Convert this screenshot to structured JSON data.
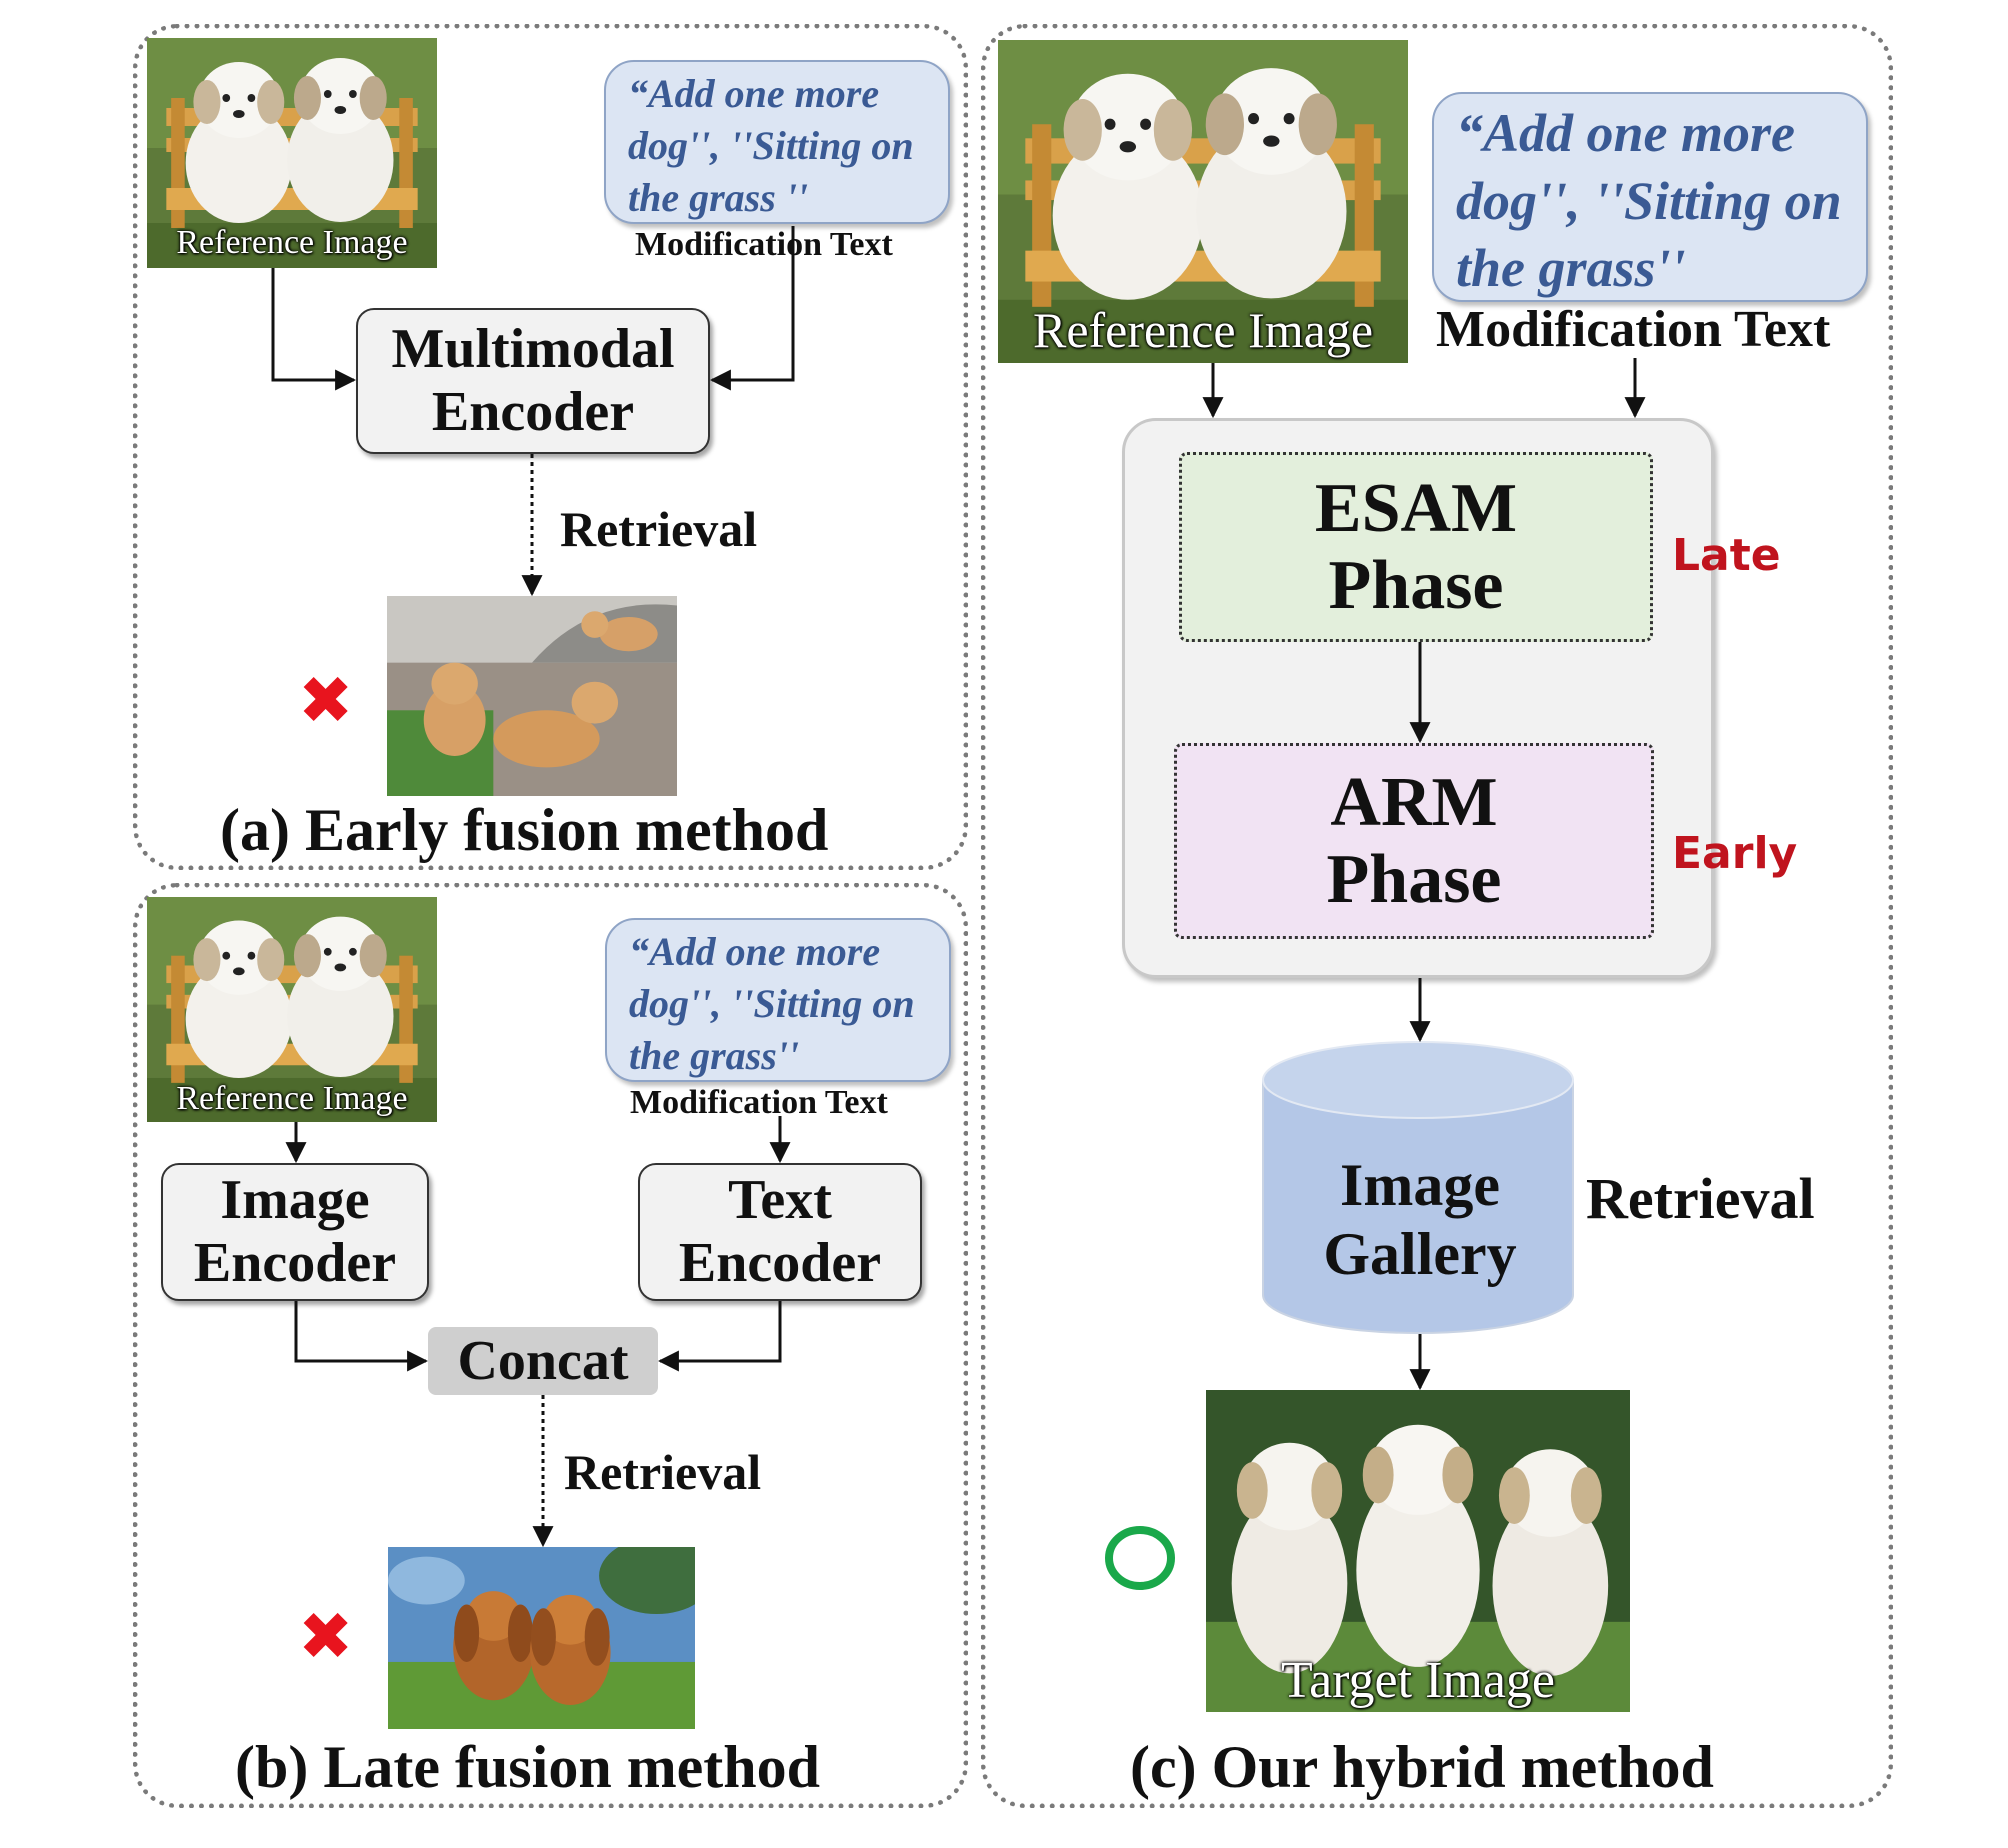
{
  "panel_a": {
    "reference_label": "Reference Image",
    "modification_text": "“Add one more dog'', ''Sitting on the grass ''",
    "modification_label": "Modification Text",
    "encoder_line1": "Multimodal",
    "encoder_line2": "Encoder",
    "retrieval_label": "Retrieval",
    "result_mark": "✖",
    "caption": "(a) Early fusion method"
  },
  "panel_b": {
    "reference_label": "Reference Image",
    "modification_text": "“Add one more dog'', ''Sitting on the grass''",
    "modification_label": "Modification Text",
    "image_encoder_line1": "Image",
    "image_encoder_line2": "Encoder",
    "text_encoder_line1": "Text",
    "text_encoder_line2": "Encoder",
    "concat_label": "Concat",
    "retrieval_label": "Retrieval",
    "result_mark": "✖",
    "caption": "(b) Late fusion method"
  },
  "panel_c": {
    "reference_label": "Reference Image",
    "modification_text": "“Add one more dog'', ''Sitting on the grass''",
    "modification_label": "Modification Text",
    "esam_line1": "ESAM",
    "esam_line2": "Phase",
    "esam_tag": "Late",
    "arm_line1": "ARM",
    "arm_line2": "Phase",
    "arm_tag": "Early",
    "gallery_line1": "Image",
    "gallery_line2": "Gallery",
    "retrieval_label": "Retrieval",
    "target_label": "Target Image",
    "caption": "(c) Our hybrid method"
  },
  "colors": {
    "esam_fill": "#e3efdc",
    "arm_fill": "#f1e3f3",
    "gallery_fill": "#b4c7e7",
    "speech_fill": "#dce5f3",
    "cross": "#e8141e",
    "circle": "#1aa84a",
    "tag": "#c0141e"
  },
  "icons": [
    "cross-mark-icon",
    "circle-mark-icon",
    "arrow-icon"
  ]
}
